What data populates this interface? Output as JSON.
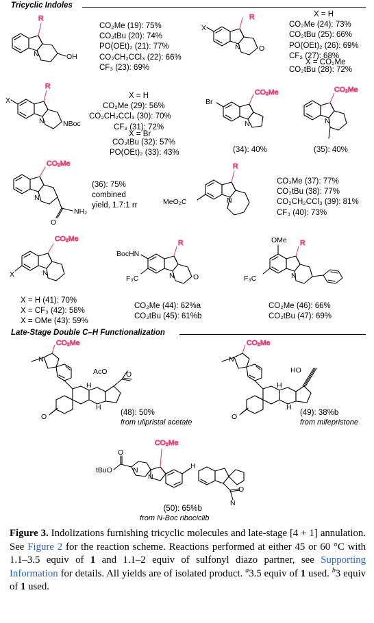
{
  "sections": {
    "tricyclic": "Tricyclic Indoles",
    "late_stage": "Late-Stage Double C–H Functionalization"
  },
  "labels": {
    "c19_23": [
      "CO₂Me (19): 75%",
      "CO₂tBu (20): 74%",
      "PO(OEt)₂ (21): 77%",
      "CO₂CH₂CCl₃ (22): 66%",
      "CF₃ (23): 69%"
    ],
    "c24_28": [
      "X = H",
      "CO₂Me (24): 73%",
      "CO₂tBu (25): 66%",
      "PO(OEt)₂ (26): 69%",
      "CF₃ (27): 68%",
      "X = CO₂Me",
      "CO₂tBu (28): 72%"
    ],
    "c29_33": [
      "X = H",
      "CO₂Me (29): 56%",
      "CO₂CH₂CCl₃ (30): 70%",
      "CF₃ (31): 72%",
      "X = Br",
      "CO₂tBu (32): 57%",
      "PO(OEt)₂ (33): 43%"
    ],
    "c34": "(34): 40%",
    "c35": "(35): 40%",
    "c36": [
      "(36): 75%",
      "combined",
      "yield, 1.7:1 rr"
    ],
    "c37_40": [
      "CO₂Me (37): 77%",
      "CO₂tBu (38): 77%",
      "CO₂CH₂CCl₃ (39): 81%",
      "CF₃ (40): 73%"
    ],
    "c41_43": [
      "X = H (41): 70%",
      "X = CF₃ (42): 58%",
      "X = OMe (43): 59%"
    ],
    "c44_45": [
      "CO₂Me (44): 62%a",
      "CO₂tBu (45): 61%b"
    ],
    "c46_47": [
      "CO₂Me (46): 66%",
      "CO₂tBu (47): 69%"
    ],
    "c48": [
      "(48): 50%",
      "from ulipristal acetate"
    ],
    "c49": [
      "(49): 38%b",
      "from mifepristone"
    ],
    "c50": [
      "(50): 65%b",
      "from N-Boc ribociclib"
    ]
  },
  "atoms": {
    "R": "R",
    "X": "X",
    "OH": "OH",
    "O": "O",
    "N": "N",
    "NBoc": "NBoc",
    "Br": "Br",
    "CO2Me": "CO₂Me",
    "MeO2C": "MeO₂C",
    "NH2": "NH₂",
    "BocHN": "BocHN",
    "F3C": "F₃C",
    "OMe": "OMe",
    "AcO": "AcO",
    "HO": "HO",
    "H": "H",
    "tBuO": "tBuO",
    "Nmethyl": "N"
  },
  "caption": {
    "fig_label": "Figure 3.",
    "text1": " Indolizations furnishing tricyclic molecules and late-stage [4 + 1] annulation. See ",
    "link1": "Figure 2",
    "text2": " for the reaction scheme. Reactions performed at either 45 or 60 °C with 1.1–3.5 equiv of ",
    "bold1": "1",
    "text3": " and 1.1–2 equiv of sulfonyl diazo partner, see ",
    "link2": "Supporting Information",
    "text4": " for details. All yields are of isolated product. ",
    "fn_a": "a",
    "text5": "3.5 equiv of ",
    "bold2": "1",
    "text6": " used. ",
    "fn_b": "b",
    "text7": "3 equiv of ",
    "bold3": "1",
    "text8": " used."
  },
  "colors": {
    "highlight": "#e0457b",
    "link": "#2a5fc4"
  }
}
